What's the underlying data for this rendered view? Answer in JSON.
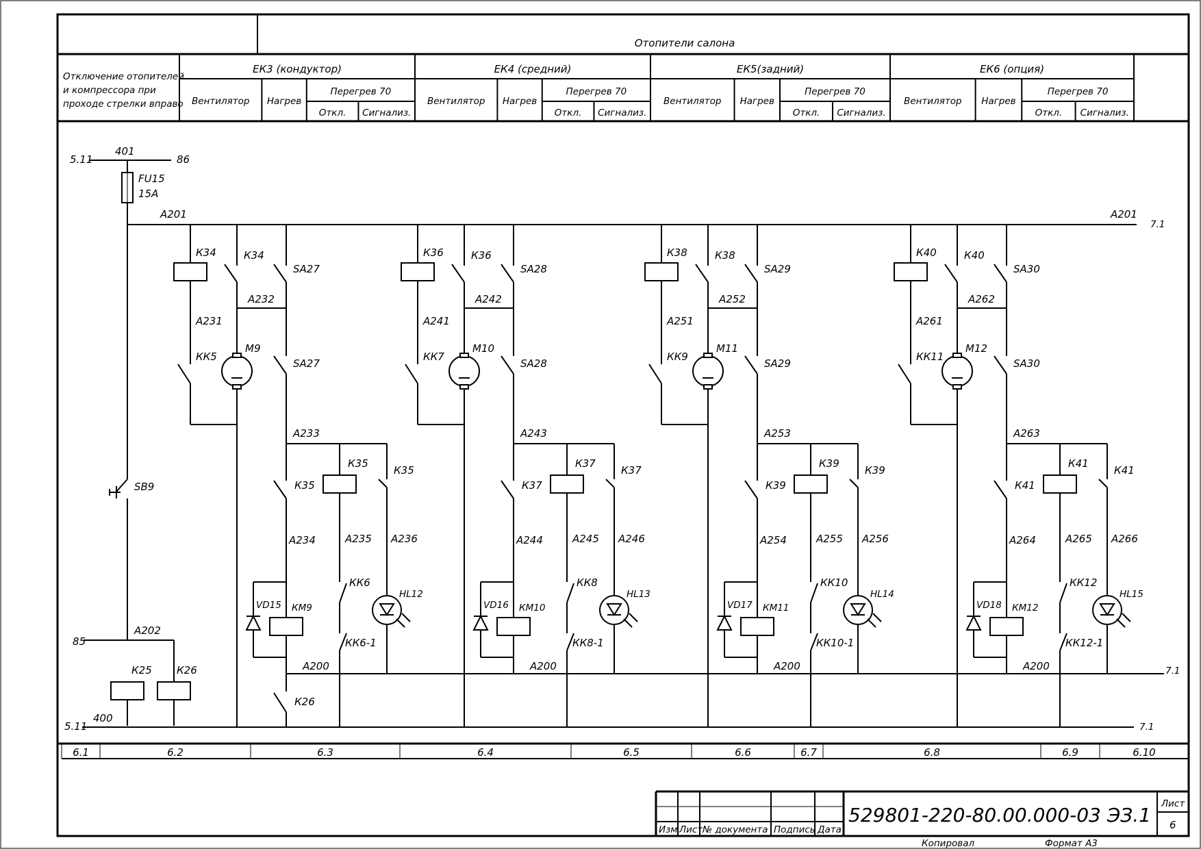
{
  "header": {
    "title": "Отопители салона",
    "left_desc": [
      "Отключение отопителей",
      "и компрессора при",
      "проходе стрелки вправо"
    ],
    "groups": [
      {
        "name": "ЕК3 (кондуктор)"
      },
      {
        "name": "ЕК4 (средний)"
      },
      {
        "name": "ЕК5(задний)"
      },
      {
        "name": "ЕК6 (опция)"
      }
    ],
    "col_fan": "Вентилятор",
    "col_heat": "Нагрев",
    "col_over": "Перегрев 70",
    "col_off": "Откл.",
    "col_sig": "Сигнализ."
  },
  "labels": {
    "n511": "5.11",
    "n401": "401",
    "n86": "86",
    "fu": "FU15",
    "fu_rating": "15А",
    "a201": "А201",
    "n71": "7.1",
    "sb9": "SB9",
    "n85": "85",
    "a202": "А202",
    "k25": "К25",
    "k26": "К26",
    "n400": "400",
    "a200": "А200"
  },
  "groups": [
    {
      "k1": "К34",
      "sa": "SA27",
      "w1": "А232",
      "w2": "А231",
      "kk": "КК5",
      "m": "М9",
      "w3": "А233",
      "k2": "К35",
      "w4": "А234",
      "w5": "А235",
      "w6": "А236",
      "kk_s": "КК6",
      "kk_s2": "КК6-1",
      "vd": "VD15",
      "km": "КМ9",
      "hl": "HL12"
    },
    {
      "k1": "К36",
      "sa": "SA28",
      "w1": "А242",
      "w2": "А241",
      "kk": "КК7",
      "m": "М10",
      "w3": "А243",
      "k2": "К37",
      "w4": "А244",
      "w5": "А245",
      "w6": "А246",
      "kk_s": "КК8",
      "kk_s2": "КК8-1",
      "vd": "VD16",
      "km": "КМ10",
      "hl": "HL13"
    },
    {
      "k1": "К38",
      "sa": "SA29",
      "w1": "А252",
      "w2": "А251",
      "kk": "КК9",
      "m": "М11",
      "w3": "А253",
      "k2": "К39",
      "w4": "А254",
      "w5": "А255",
      "w6": "А256",
      "kk_s": "КК10",
      "kk_s2": "КК10-1",
      "vd": "VD17",
      "km": "КМ11",
      "hl": "HL14"
    },
    {
      "k1": "К40",
      "sa": "SA30",
      "w1": "А262",
      "w2": "А261",
      "kk": "КК11",
      "m": "М12",
      "w3": "А263",
      "k2": "К41",
      "w4": "А264",
      "w5": "А265",
      "w6": "А266",
      "kk_s": "КК12",
      "kk_s2": "КК12-1",
      "vd": "VD18",
      "km": "КМ12",
      "hl": "HL15"
    }
  ],
  "zones": [
    "6.1",
    "6.2",
    "6.3",
    "6.4",
    "6.5",
    "6.6",
    "6.7",
    "6.8",
    "6.9",
    "6.10"
  ],
  "title_block": {
    "doc_number": "529801-220-80.00.000-03 ЭЗ.1",
    "sheet_label": "Лист",
    "sheet_num": "6",
    "cols": [
      "Изм",
      "Лист",
      "№ документа",
      "Подпись",
      "Дата"
    ],
    "copied": "Копировал",
    "format": "Формат А3"
  }
}
